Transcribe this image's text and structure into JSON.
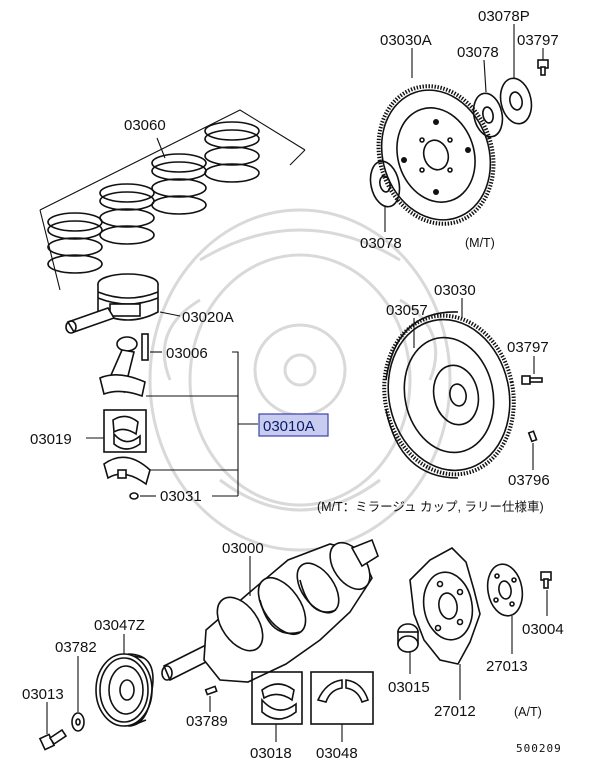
{
  "parts": {
    "p03078P": "03078P",
    "p03030A": "03030A",
    "p03078_top": "03078",
    "p03797_top": "03797",
    "p03060": "03060",
    "p03078_bottom": "03078",
    "mt_note_top": "(M/T)",
    "p03030": "03030",
    "p03057": "03057",
    "p03020A": "03020A",
    "p03006": "03006",
    "p03797_mid": "03797",
    "p03010A": "03010A",
    "p03019": "03019",
    "p03796": "03796",
    "p03031": "03031",
    "mt_note_mirage": "(M/T：ミラージュ カップ, ラリー仕様車)",
    "p03000": "03000",
    "p03047Z": "03047Z",
    "p03782": "03782",
    "p03004": "03004",
    "p27013": "27013",
    "p03013": "03013",
    "p03015": "03015",
    "p03789": "03789",
    "p27012": "27012",
    "at_note": "(A/T)",
    "p03018": "03018",
    "p03048": "03048",
    "diagram_code": "500209"
  },
  "colors": {
    "highlight_fill": "#c8cdf0",
    "highlight_stroke": "#3a43a8",
    "ink": "#111111",
    "watermark": "#d9d9d9"
  }
}
